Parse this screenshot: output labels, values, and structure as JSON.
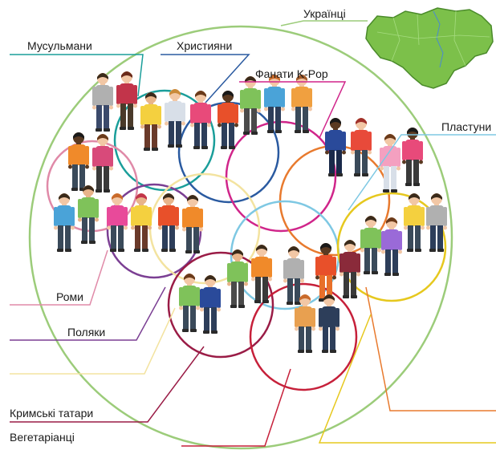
{
  "colors": {
    "ukrainians": "#9ccc7a",
    "muslims": "#1a9e9a",
    "christians": "#2a5aa0",
    "kpop": "#d0258a",
    "plastuny": "#7ec8e3",
    "roma": "#e08aa8",
    "poles": "#7b3f93",
    "crimean_tatars": "#9a1c46",
    "vegetarians": "#c6203a",
    "orange_group": "#e87a2e",
    "yellow_group": "#e6c81e",
    "cream_group": "#f3e3a0",
    "map_fill": "#7cc04a",
    "map_border": "#4a8a2a"
  },
  "labels": {
    "ukrainians": "Українці",
    "muslims": "Мусульмани",
    "christians": "Християни",
    "kpop": "Фанати K-Pop",
    "plastuny": "Пластуни",
    "roma": "Роми",
    "poles": "Поляки",
    "crimean_tatars": "Кримські татари",
    "vegetarians": "Вегетаріанці"
  },
  "icons": {
    "map": "ukraine-map-icon",
    "person": "person-icon"
  },
  "people": [
    {
      "shirt": "#b0b0b0",
      "pants": "#3b4a6b",
      "skin": "#f2c7a5",
      "hair": "#3a2a1a"
    },
    {
      "shirt": "#c2344a",
      "pants": "#4a3a2a",
      "skin": "#f2c7a5",
      "hair": "#6a2a1a"
    },
    {
      "shirt": "#f4d03f",
      "pants": "#6a3a2a",
      "skin": "#e8b48a",
      "hair": "#3a2a1a"
    },
    {
      "shirt": "#d8dfe8",
      "pants": "#2d3e5a",
      "skin": "#f2c7a5",
      "hair": "#c98a3a"
    },
    {
      "shirt": "#e84a7a",
      "pants": "#2d3e5a",
      "skin": "#f2c7a5",
      "hair": "#6a3a1a"
    },
    {
      "shirt": "#e8502a",
      "pants": "#2d3e5a",
      "skin": "#5a3a22",
      "hair": "#1a1a1a"
    },
    {
      "shirt": "#7fc25a",
      "pants": "#4a4a4a",
      "skin": "#f2c7a5",
      "hair": "#3a2a1a"
    },
    {
      "shirt": "#4aa3d8",
      "pants": "#2d3e5a",
      "skin": "#f2c7a5",
      "hair": "#c96a2a"
    },
    {
      "shirt": "#f0a040",
      "pants": "#3a4a5a",
      "skin": "#f2c7a5",
      "hair": "#a05a2a"
    },
    {
      "shirt": "#f08a2a",
      "pants": "#3a4a5a",
      "skin": "#5a3a22",
      "hair": "#1a1a1a"
    },
    {
      "shirt": "#d84a7a",
      "pants": "#3a3a3a",
      "skin": "#f2c7a5",
      "hair": "#6a3a1a"
    },
    {
      "shirt": "#4aa3d8",
      "pants": "#3a4a5a",
      "skin": "#f2c7a5",
      "hair": "#3a2a1a"
    },
    {
      "shirt": "#7fc25a",
      "pants": "#3a4a5a",
      "skin": "#e8b48a",
      "hair": "#3a2a1a"
    },
    {
      "shirt": "#e84a9a",
      "pants": "#3a4a5a",
      "skin": "#f2c7a5",
      "hair": "#c96a2a"
    },
    {
      "shirt": "#f4d03f",
      "pants": "#6a3a2a",
      "skin": "#e8b48a",
      "hair": "#c2344a"
    },
    {
      "shirt": "#e8502a",
      "pants": "#2d3e5a",
      "skin": "#e8b48a",
      "hair": "#3a2a1a"
    },
    {
      "shirt": "#f08a2a",
      "pants": "#3a4a5a",
      "skin": "#f2c7a5",
      "hair": "#3a2a1a"
    },
    {
      "shirt": "#2a4a9a",
      "pants": "#1a2a4a",
      "skin": "#5a3a22",
      "hair": "#1a1a1a"
    },
    {
      "shirt": "#e84a3a",
      "pants": "#3a4a5a",
      "skin": "#f2c7a5",
      "hair": "#a0302a"
    },
    {
      "shirt": "#f4a0c0",
      "pants": "#d8dfe8",
      "skin": "#f2c7a5",
      "hair": "#6a3a1a"
    },
    {
      "shirt": "#e84a7a",
      "pants": "#3a3a3a",
      "skin": "#5a3a22",
      "hair": "#1a1a1a"
    },
    {
      "shirt": "#7fc25a",
      "pants": "#3a4a5a",
      "skin": "#f2c7a5",
      "hair": "#3a2a1a"
    },
    {
      "shirt": "#9a6ad8",
      "pants": "#2d3e5a",
      "skin": "#f2c7a5",
      "hair": "#6a3a1a"
    },
    {
      "shirt": "#f4d03f",
      "pants": "#3a4a5a",
      "skin": "#f2c7a5",
      "hair": "#3a2a1a"
    },
    {
      "shirt": "#b0b0b0",
      "pants": "#2d3e5a",
      "skin": "#f2c7a5",
      "hair": "#3a2a1a"
    },
    {
      "shirt": "#7fc25a",
      "pants": "#4a4a4a",
      "skin": "#e8b48a",
      "hair": "#3a2a1a"
    },
    {
      "shirt": "#f08a2a",
      "pants": "#3a3a3a",
      "skin": "#f2c7a5",
      "hair": "#3a2a1a"
    },
    {
      "shirt": "#b0b0b0",
      "pants": "#3a4a5a",
      "skin": "#f2c7a5",
      "hair": "#3a2a1a"
    },
    {
      "shirt": "#e8502a",
      "pants": "#e8702a",
      "skin": "#5a3a22",
      "hair": "#1a1a1a"
    },
    {
      "shirt": "#8a2a3a",
      "pants": "#3a3a3a",
      "skin": "#f2c7a5",
      "hair": "#3a2a1a"
    },
    {
      "shirt": "#7fc25a",
      "pants": "#3a4a5a",
      "skin": "#f2c7a5",
      "hair": "#6a3a1a"
    },
    {
      "shirt": "#2a4a9a",
      "pants": "#2d3e5a",
      "skin": "#f2c7a5",
      "hair": "#3a2a1a"
    },
    {
      "shirt": "#e8a050",
      "pants": "#3a4a5a",
      "skin": "#f2c7a5",
      "hair": "#c96a2a"
    },
    {
      "shirt": "#2d3e5a",
      "pants": "#2d3e5a",
      "skin": "#f2c7a5",
      "hair": "#3a2a1a"
    },
    {
      "shirt": "#b0b0b0",
      "pants": "#2d3e5a",
      "skin": "#f2c7a5",
      "hair": "#3a2a1a"
    },
    {
      "shirt": "#f4a040",
      "pants": "#3a4a5a",
      "skin": "#f2c7a5",
      "hair": "#3a2a1a"
    },
    {
      "shirt": "#2a4a9a",
      "pants": "#2d3e5a",
      "skin": "#f2c7a5",
      "hair": "#3a2a1a"
    },
    {
      "shirt": "#e84a7a",
      "pants": "#3a3a3a",
      "skin": "#f2c7a5",
      "hair": "#3a2a1a"
    },
    {
      "shirt": "#7fc25a",
      "pants": "#3a4a5a",
      "skin": "#f2c7a5",
      "hair": "#6a3a1a"
    },
    {
      "shirt": "#4aa3d8",
      "pants": "#3a4a5a",
      "skin": "#f2c7a5",
      "hair": "#3a2a1a"
    },
    {
      "shirt": "#7fc25a",
      "pants": "#3a4a5a",
      "skin": "#f2c7a5",
      "hair": "#3a2a1a"
    },
    {
      "shirt": "#f08a2a",
      "pants": "#3a4a5a",
      "skin": "#f2c7a5",
      "hair": "#c96a2a"
    },
    {
      "shirt": "#7fc25a",
      "pants": "#3a4a5a",
      "skin": "#f2c7a5",
      "hair": "#3a2a1a"
    },
    {
      "shirt": "#2a4a9a",
      "pants": "#2d3e5a",
      "skin": "#f2c7a5",
      "hair": "#3a2a1a"
    }
  ]
}
